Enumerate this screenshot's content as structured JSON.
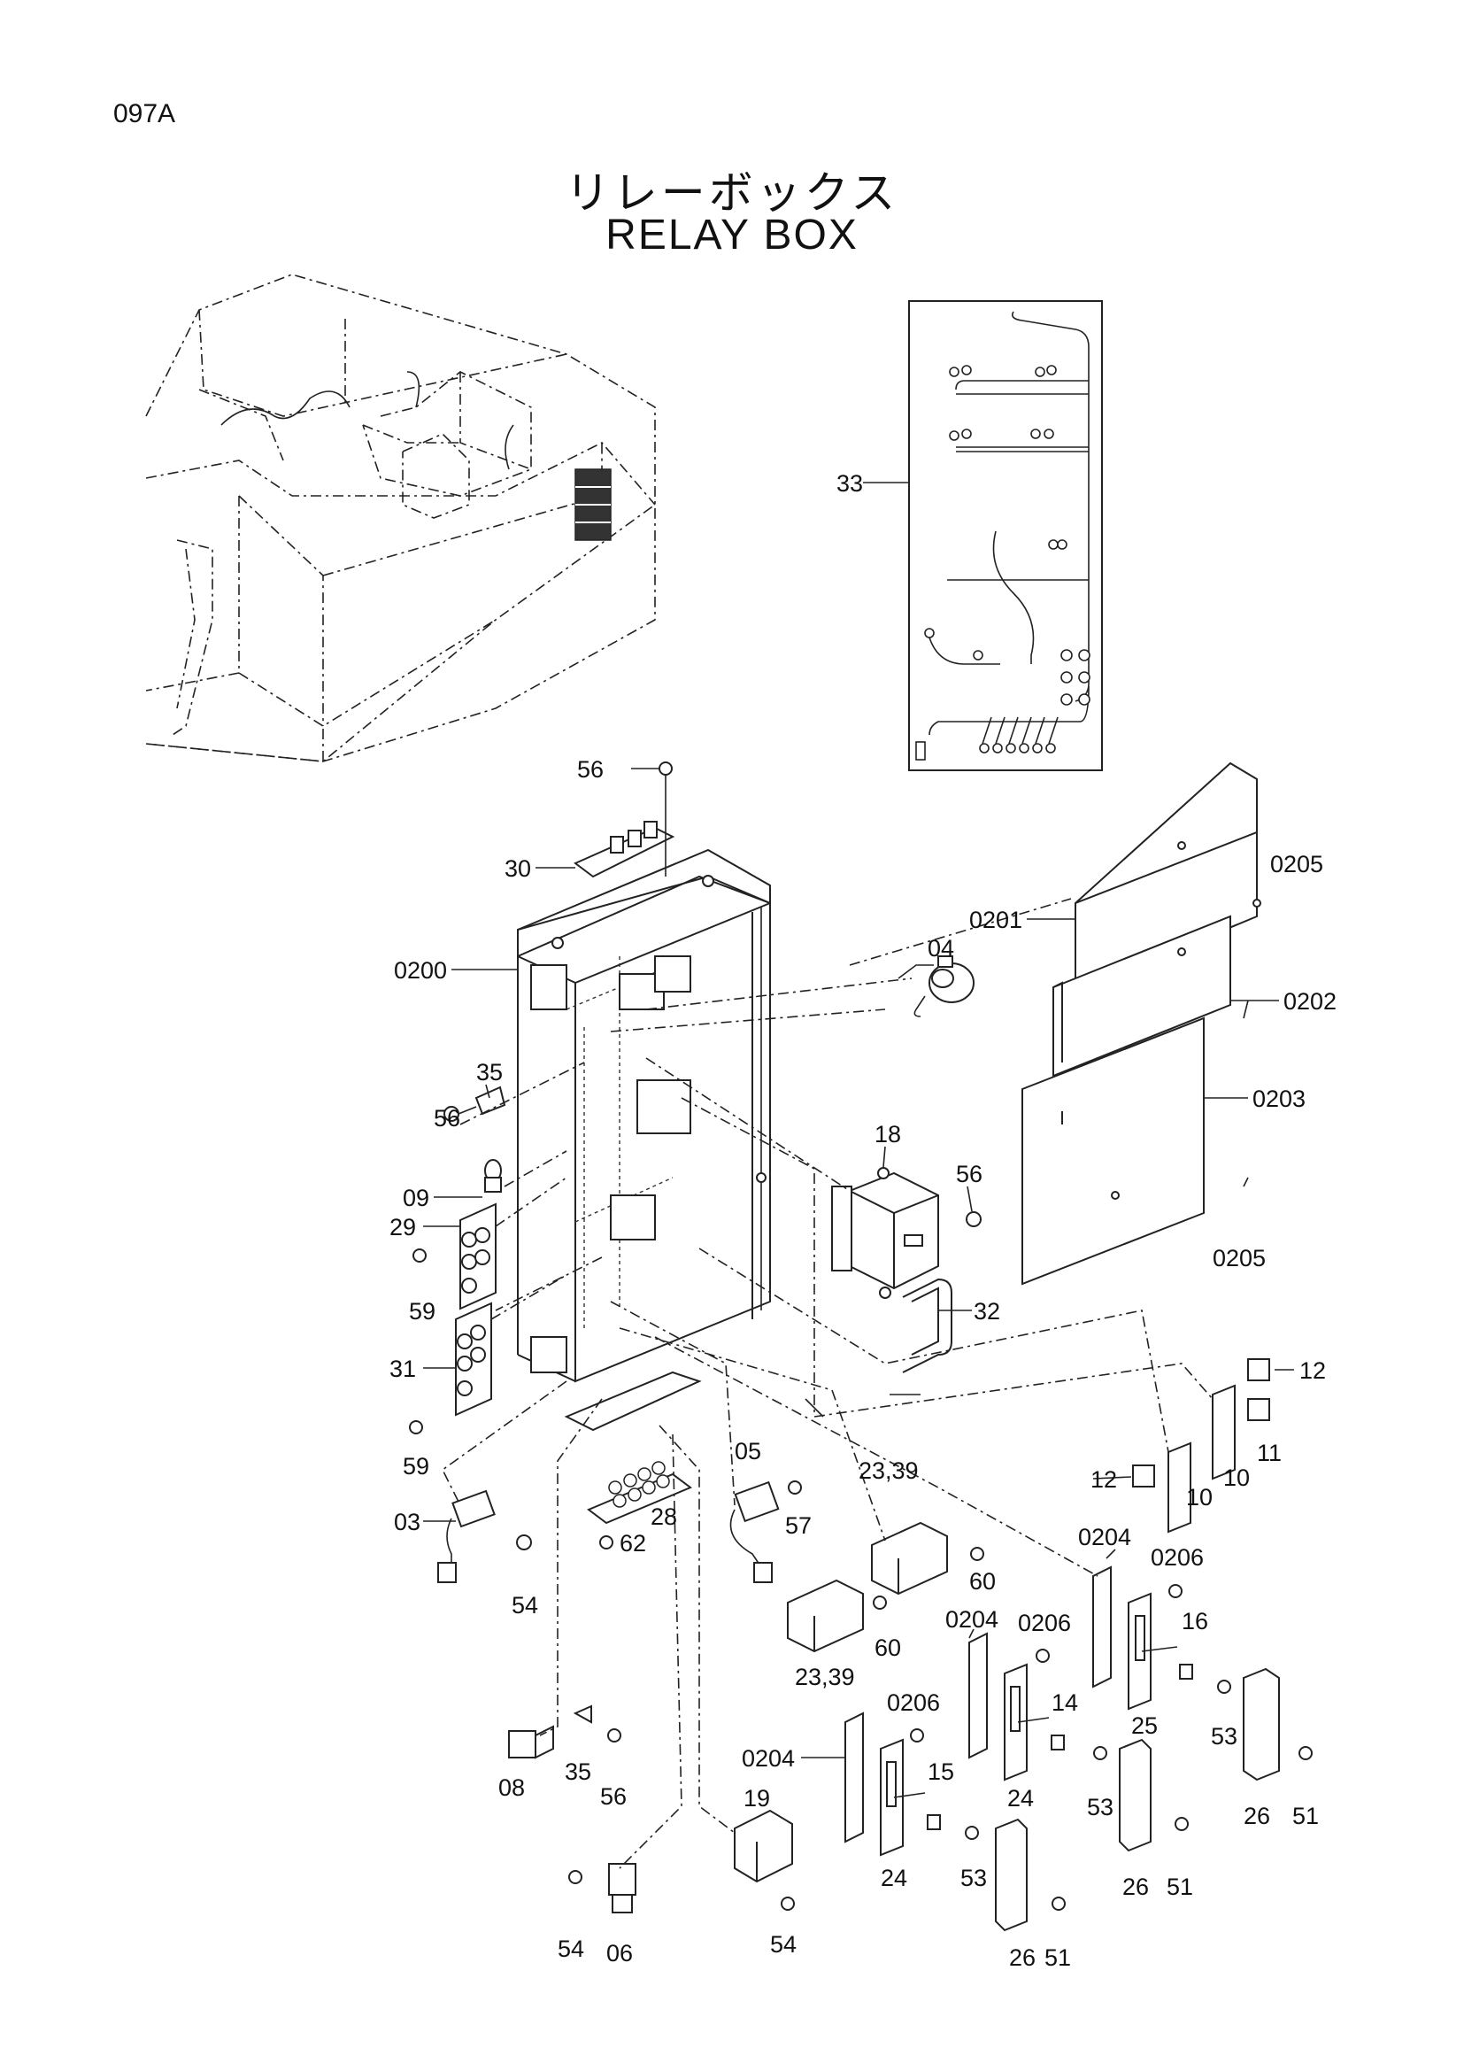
{
  "page_code": "097A",
  "title_jp": "リレーボックス",
  "title_en": "RELAY BOX",
  "callouts": [
    {
      "id": "33",
      "text": "33"
    },
    {
      "id": "56a",
      "text": "56"
    },
    {
      "id": "30",
      "text": "30"
    },
    {
      "id": "0205a",
      "text": "0205"
    },
    {
      "id": "0201",
      "text": "0201"
    },
    {
      "id": "04",
      "text": "04"
    },
    {
      "id": "0202",
      "text": "0202"
    },
    {
      "id": "0200",
      "text": "0200"
    },
    {
      "id": "0203",
      "text": "0203"
    },
    {
      "id": "35a",
      "text": "35"
    },
    {
      "id": "56b",
      "text": "56"
    },
    {
      "id": "18",
      "text": "18"
    },
    {
      "id": "56c",
      "text": "56"
    },
    {
      "id": "09",
      "text": "09"
    },
    {
      "id": "29",
      "text": "29"
    },
    {
      "id": "0205b",
      "text": "0205"
    },
    {
      "id": "59a",
      "text": "59"
    },
    {
      "id": "32",
      "text": "32"
    },
    {
      "id": "31",
      "text": "31"
    },
    {
      "id": "12a",
      "text": "12"
    },
    {
      "id": "11",
      "text": "11"
    },
    {
      "id": "59b",
      "text": "59"
    },
    {
      "id": "12b",
      "text": "12"
    },
    {
      "id": "10a",
      "text": "10"
    },
    {
      "id": "10b",
      "text": "10"
    },
    {
      "id": "05",
      "text": "05"
    },
    {
      "id": "2339a",
      "text": "23,39"
    },
    {
      "id": "03",
      "text": "03"
    },
    {
      "id": "28",
      "text": "28"
    },
    {
      "id": "57",
      "text": "57"
    },
    {
      "id": "0204a",
      "text": "0204"
    },
    {
      "id": "0206a",
      "text": "0206"
    },
    {
      "id": "62",
      "text": "62"
    },
    {
      "id": "54a",
      "text": "54"
    },
    {
      "id": "60a",
      "text": "60"
    },
    {
      "id": "0206b",
      "text": "0206"
    },
    {
      "id": "16",
      "text": "16"
    },
    {
      "id": "0204b",
      "text": "0204"
    },
    {
      "id": "60b",
      "text": "60"
    },
    {
      "id": "2339b",
      "text": "23,39"
    },
    {
      "id": "25",
      "text": "25"
    },
    {
      "id": "53a",
      "text": "53"
    },
    {
      "id": "0206c",
      "text": "0206"
    },
    {
      "id": "14",
      "text": "14"
    },
    {
      "id": "0204c",
      "text": "0204"
    },
    {
      "id": "15",
      "text": "15"
    },
    {
      "id": "08",
      "text": "08"
    },
    {
      "id": "35b",
      "text": "35"
    },
    {
      "id": "56d",
      "text": "56"
    },
    {
      "id": "24a",
      "text": "24"
    },
    {
      "id": "53b",
      "text": "53"
    },
    {
      "id": "26a",
      "text": "26"
    },
    {
      "id": "51a",
      "text": "51"
    },
    {
      "id": "19",
      "text": "19"
    },
    {
      "id": "24b",
      "text": "24"
    },
    {
      "id": "53c",
      "text": "53"
    },
    {
      "id": "26b",
      "text": "26"
    },
    {
      "id": "51b",
      "text": "51"
    },
    {
      "id": "54b",
      "text": "54"
    },
    {
      "id": "06",
      "text": "06"
    },
    {
      "id": "54c",
      "text": "54"
    },
    {
      "id": "26c",
      "text": "26"
    },
    {
      "id": "51c",
      "text": "51"
    }
  ]
}
